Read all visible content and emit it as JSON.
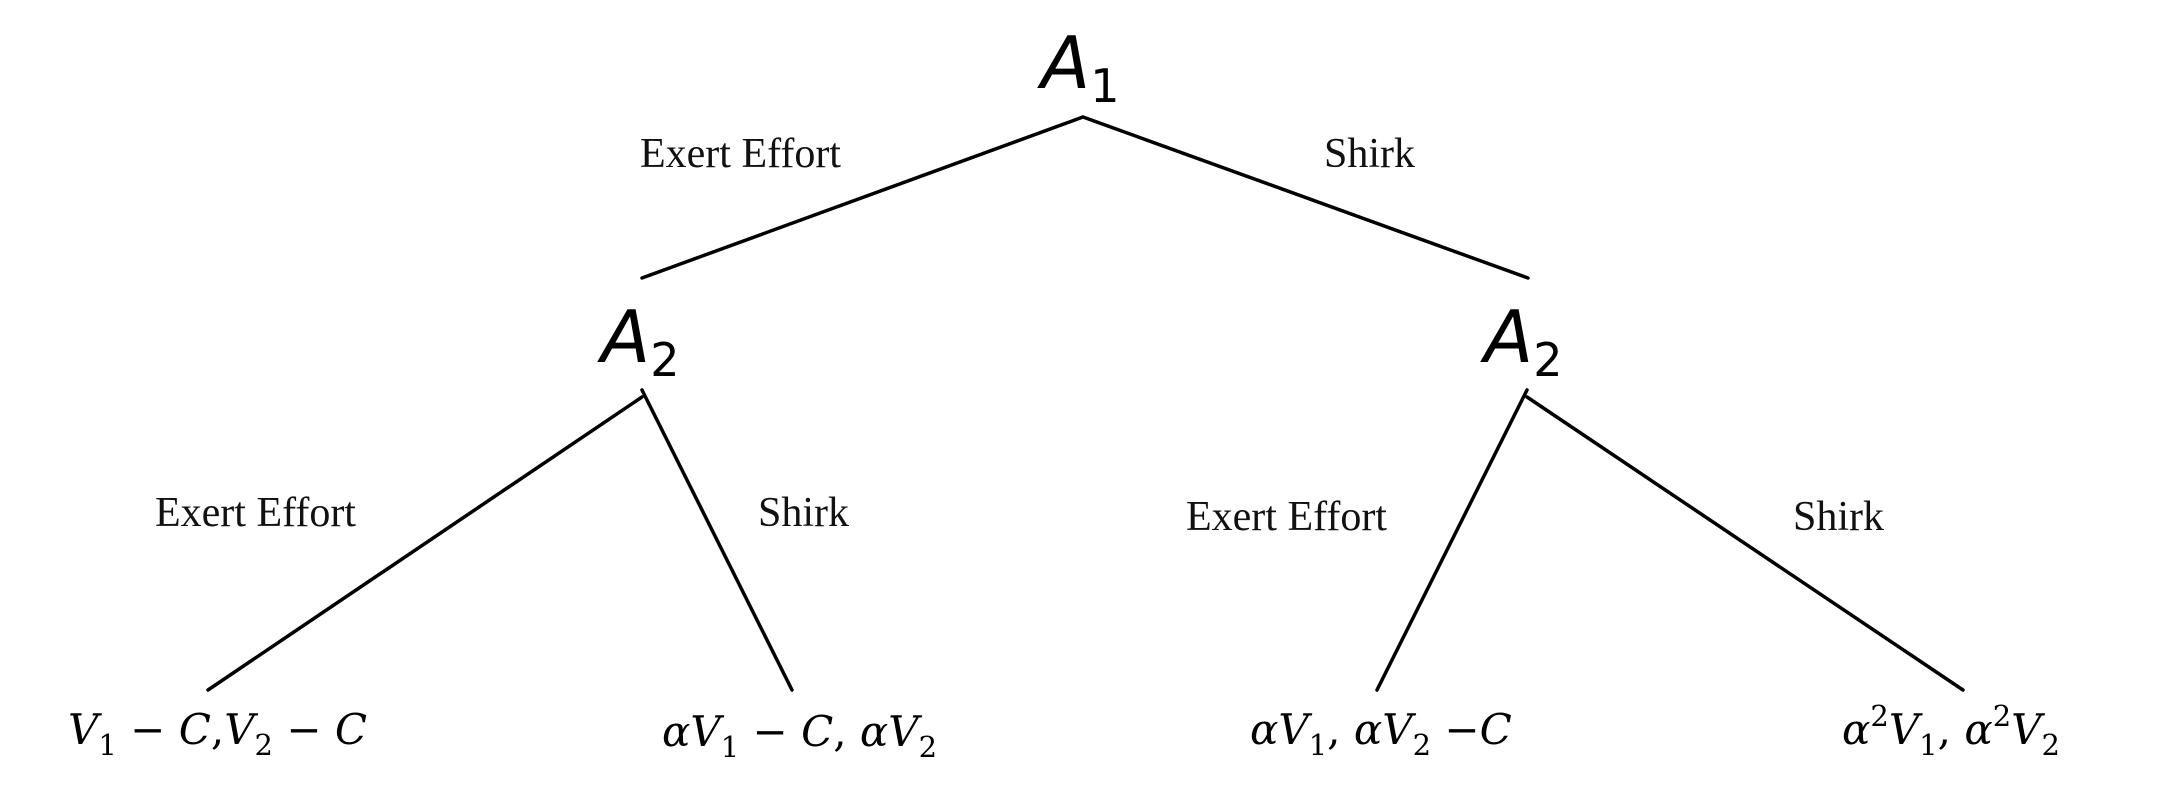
{
  "nodes": {
    "root": {
      "player": "A",
      "index": "1"
    },
    "left": {
      "player": "A",
      "index": "2"
    },
    "right": {
      "player": "A",
      "index": "2"
    }
  },
  "edges": {
    "root_left": "Exert Effort",
    "root_right": "Shirk",
    "left_left": "Exert Effort",
    "left_right": "Shirk",
    "right_left": "Exert Effort",
    "right_right": "Shirk"
  },
  "payoffs": {
    "ee": {
      "v": "V",
      "one": "1",
      "two": "2",
      "minus": " − ",
      "c": "C",
      "comma": ","
    },
    "es": {
      "alpha": "α",
      "v": "V",
      "one": "1",
      "two": "2",
      "minus": " − ",
      "c": "C",
      "comma": ", "
    },
    "se": {
      "alpha": "α",
      "v": "V",
      "one": "1",
      "two": "2",
      "minus": " −",
      "c": "C",
      "comma": ", "
    },
    "ss": {
      "alpha": "α",
      "sq": "2",
      "v": "V",
      "one": "1",
      "two": "2",
      "comma": ", "
    }
  }
}
